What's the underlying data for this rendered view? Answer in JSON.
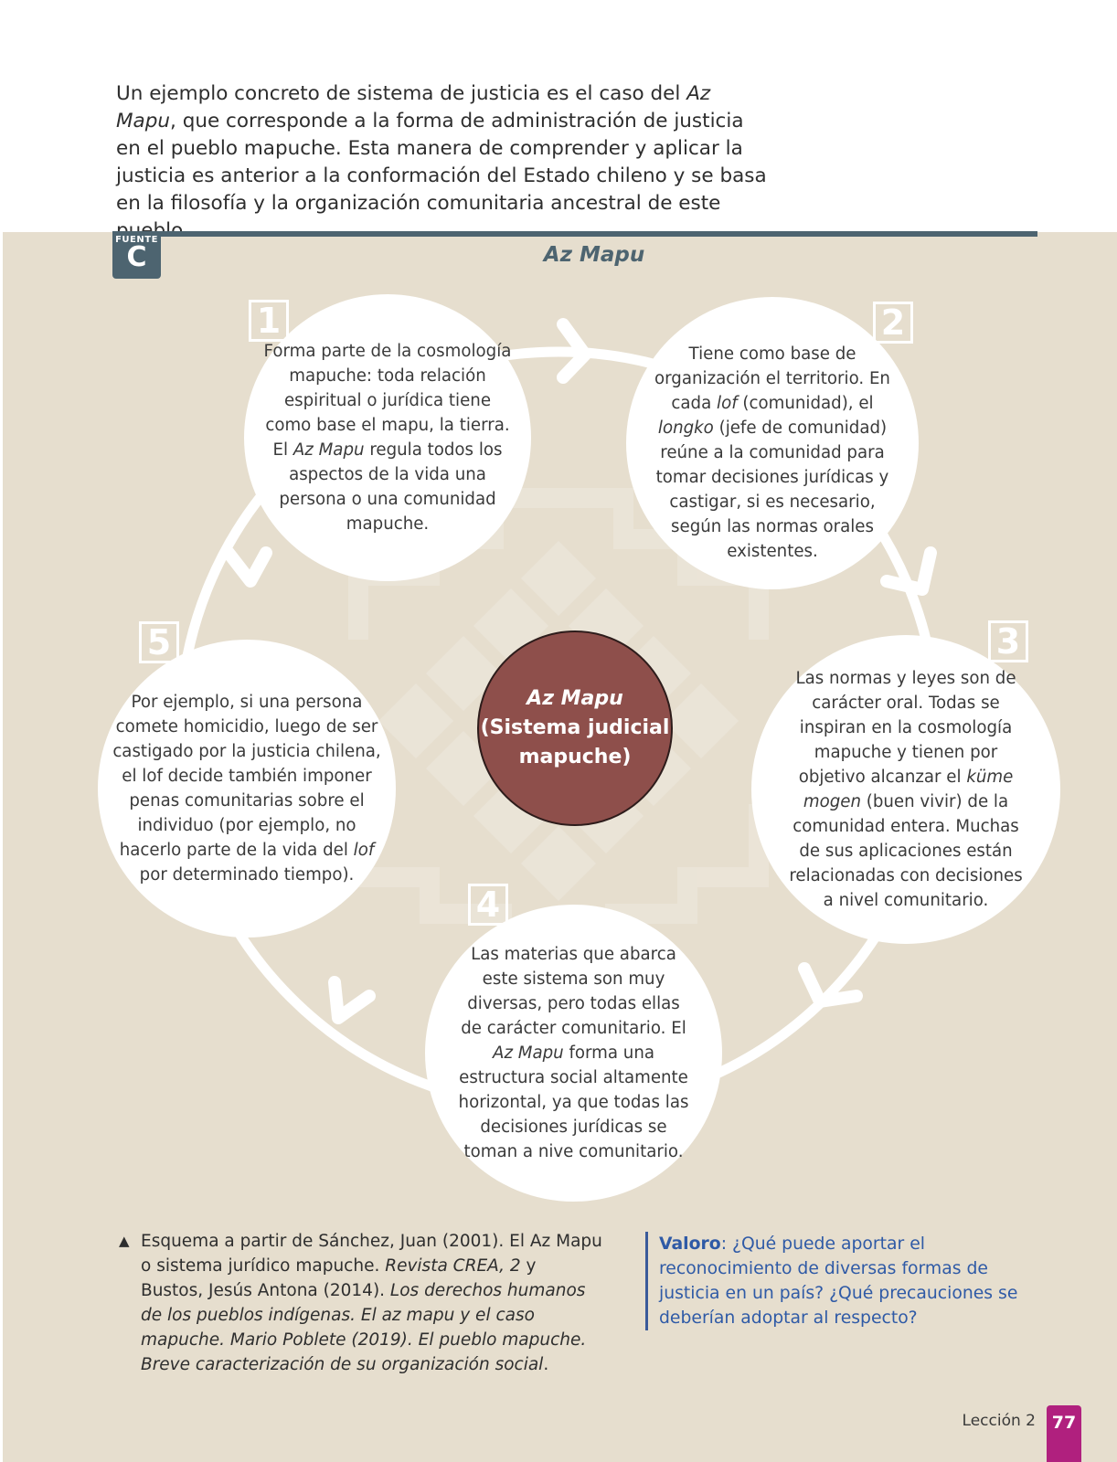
{
  "intro": {
    "line1_a": "Un ejemplo concreto de sistema de justicia es el caso del ",
    "line1_em": "Az Mapu",
    "line1_b": ",",
    "rest": "que corresponde a la forma de administración de justicia en el pueblo mapuche. Esta manera de comprender y aplicar la justicia es anterior a la conformación del Estado chileno y se basa en la filosofía y la organización comunitaria ancestral de este pueblo."
  },
  "source": {
    "label": "FUENTE",
    "letter": "C"
  },
  "diagram": {
    "title": "Az Mapu",
    "center_title": "Az Mapu",
    "center_subtitle": "(Sistema judicial mapuche)",
    "nodes": [
      {
        "num": "1",
        "text_a": "Forma parte de la cosmología mapuche: toda relación espiritual o jurídica tiene como base el mapu, la tierra. El ",
        "em1": "Az Mapu",
        "text_b": " regula todos los aspectos de la vida una persona o una comunidad mapuche."
      },
      {
        "num": "2",
        "text_a": "Tiene como base de organización el territorio. En cada ",
        "em1": "lof",
        "text_b": " (comunidad), el ",
        "em2": "longko",
        "text_c": " (jefe de comunidad) reúne a la comunidad para tomar decisiones jurídicas y castigar, si es necesario, según las normas orales existentes."
      },
      {
        "num": "3",
        "text_a": "Las normas y leyes son de carácter oral. Todas se inspiran en la cosmología mapuche y tienen por objetivo alcanzar el ",
        "em1": "küme mogen",
        "text_b": " (buen vivir) de la comunidad entera. Muchas de sus aplicaciones están relacionadas con decisiones a nivel comunitario."
      },
      {
        "num": "4",
        "text_a": "Las materias que abarca este sistema son muy diversas, pero todas ellas de carácter comunitario. El ",
        "em1": "Az Mapu",
        "text_b": " forma una estructura social altamente horizontal, ya que todas las decisiones jurídicas se toman a nive comunitario."
      },
      {
        "num": "5",
        "text_a": "Por ejemplo, si una persona comete homicidio, luego de ser castigado por la justicia chilena, el lof decide también imponer penas comunitarias sobre el individuo (por ejemplo, no hacerlo parte de la vida del ",
        "em1": "lof",
        "text_b": " por determinado tiempo)."
      }
    ]
  },
  "caption": {
    "p1": "Esquema a partir de Sánchez, Juan (2001). El Az Mapu o sistema jurídico mapuche. ",
    "em1": "Revista CREA, 2",
    "p2": " y Bustos, Jesús Antona (2014). ",
    "em2": "Los derechos humanos de los pueblos indígenas. El az mapu y el caso mapuche. Mario Poblete (2019). El pueblo mapuche. Breve caracterización de su organización social",
    "p3": "."
  },
  "valoro": {
    "key": "Valoro",
    "text": ": ¿Qué puede aportar el reconocimiento de diversas formas de justicia en un país? ¿Qué precauciones se deberían adoptar al respecto?"
  },
  "footer": {
    "lesson": "Lección 2",
    "page": "77"
  }
}
